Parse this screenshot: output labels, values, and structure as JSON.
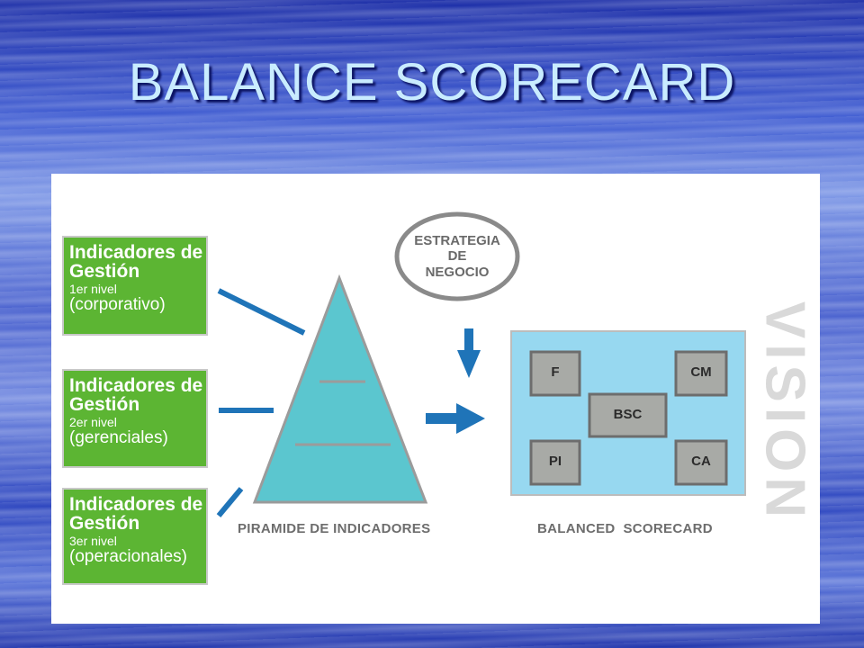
{
  "slide": {
    "title": "BALANCE SCORECARD"
  },
  "indicator_boxes": [
    {
      "heading_line1": "Indicadores de",
      "heading_line2": "Gestión",
      "level": "1er nivel",
      "scope": "(corporativo)"
    },
    {
      "heading_line1": "Indicadores de",
      "heading_line2": "Gestión",
      "level": "2er nivel",
      "scope": "(gerenciales)"
    },
    {
      "heading_line1": "Indicadores de",
      "heading_line2": "Gestión",
      "level": "3er nivel",
      "scope": "(operacionales)"
    }
  ],
  "strategy": {
    "line1": "ESTRATEGIA",
    "line2": "DE",
    "line3": "NEGOCIO"
  },
  "pyramid": {
    "caption": "PIRAMIDE DE INDICADORES"
  },
  "scorecard": {
    "caption": "BALANCED  SCORECARD",
    "cells": {
      "f": "F",
      "cm": "CM",
      "bsc": "BSC",
      "pi": "PI",
      "ca": "CA"
    }
  },
  "vision": {
    "label": "VISION"
  },
  "colors": {
    "green": "#5cb533",
    "teal": "#5bc6cf",
    "light_blue": "#97d8f0",
    "arrow_blue": "#1f74b8",
    "cell_gray": "#a8aaa6"
  }
}
